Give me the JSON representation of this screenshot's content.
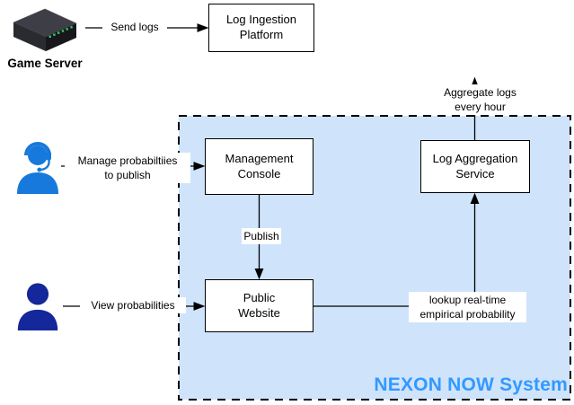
{
  "system": {
    "title": "NEXON NOW System",
    "title_color": "#3399FF",
    "fill_color": "#CFE4FB",
    "border": "black dashed"
  },
  "external": {
    "game_server": {
      "label": "Game Server",
      "icon": "game-server",
      "icon_colors": [
        "#3e3e46",
        "#2a2a31",
        "#17171c",
        "#36c96e"
      ]
    },
    "log_ingestion": {
      "label": "Log Ingestion Platform",
      "lines": [
        "Log Ingestion",
        "Platform"
      ]
    },
    "admin_actor": {
      "icon": "operator-headset",
      "color": "#1779DB"
    },
    "user_actor": {
      "icon": "person",
      "color": "#14279B"
    }
  },
  "nodes": {
    "management_console": {
      "label": "Management Console",
      "lines": [
        "Management",
        "Console"
      ]
    },
    "public_website": {
      "label": "Public Website",
      "lines": [
        "Public",
        "Website"
      ]
    },
    "log_aggregation": {
      "label": "Log Aggregation Service",
      "lines": [
        "Log Aggregation",
        "Service"
      ]
    }
  },
  "edges": {
    "send_logs": {
      "label": "Send logs",
      "from": "Game Server",
      "to": "Log Ingestion Platform"
    },
    "manage_probabilities": {
      "label": "Manage probabiltiies to publish",
      "lines": [
        "Manage probabiltiies",
        "to publish"
      ],
      "from": "Admin",
      "to": "Management Console"
    },
    "publish": {
      "label": "Publish",
      "from": "Management Console",
      "to": "Public Website"
    },
    "view_probabilities": {
      "label": "View probabilities",
      "from": "User",
      "to": "Public Website"
    },
    "lookup": {
      "label": "lookup real-time empirical probability",
      "lines": [
        "lookup real-time",
        "empirical probability"
      ],
      "from": "Public Website",
      "to": "Log Aggregation Service"
    },
    "aggregate": {
      "label": "Aggregate logs every hour",
      "lines": [
        "Aggregate logs",
        "every hour"
      ],
      "from": "Log Aggregation Service",
      "to": "Log Ingestion Platform"
    }
  }
}
